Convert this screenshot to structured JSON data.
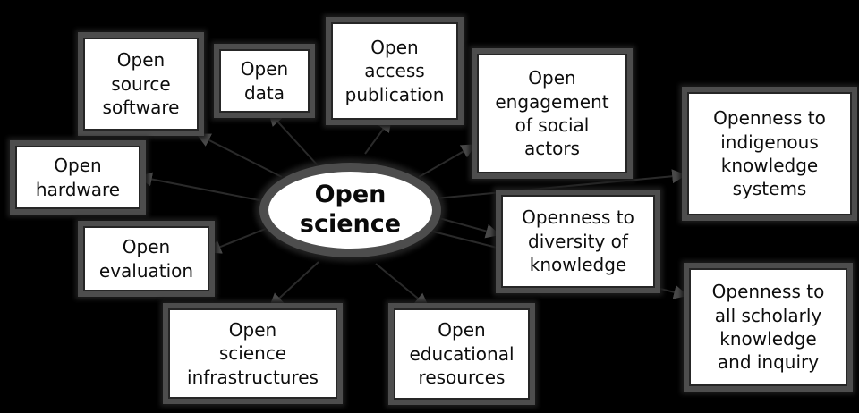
{
  "diagram": {
    "type": "concept-map",
    "background_color": "#000000",
    "node_fill": "#ffffff",
    "node_border_color": "#4d4d4d",
    "text_color": "#0d0d0d",
    "arrow_color": "#2a2a2a",
    "arrowhead_color": "#4a4a4a",
    "center": {
      "id": "open-science",
      "label": "Open\nscience"
    },
    "nodes": [
      {
        "id": "open-source-software",
        "label": "Open\nsource\nsoftware"
      },
      {
        "id": "open-data",
        "label": "Open\ndata"
      },
      {
        "id": "open-access-publication",
        "label": "Open\naccess\npublication"
      },
      {
        "id": "open-engagement",
        "label": "Open\nengagement\nof social\nactors"
      },
      {
        "id": "openness-indigenous",
        "label": "Openness to\nindigenous\nknowledge\nsystems"
      },
      {
        "id": "open-hardware",
        "label": "Open\nhardware"
      },
      {
        "id": "openness-diversity",
        "label": "Openness to\ndiversity of\nknowledge"
      },
      {
        "id": "open-evaluation",
        "label": "Open\nevaluation"
      },
      {
        "id": "openness-scholarly",
        "label": "Openness to\nall scholarly\nknowledge\nand inquiry"
      },
      {
        "id": "open-science-infrastructures",
        "label": "Open\nscience\ninfrastructures"
      },
      {
        "id": "open-educational-resources",
        "label": "Open\neducational\nresources"
      }
    ],
    "edges": [
      {
        "from": "open-science",
        "to": "open-source-software"
      },
      {
        "from": "open-science",
        "to": "open-data"
      },
      {
        "from": "open-science",
        "to": "open-access-publication"
      },
      {
        "from": "open-science",
        "to": "open-engagement"
      },
      {
        "from": "open-science",
        "to": "openness-indigenous"
      },
      {
        "from": "open-science",
        "to": "open-hardware"
      },
      {
        "from": "open-science",
        "to": "openness-diversity"
      },
      {
        "from": "open-science",
        "to": "open-evaluation"
      },
      {
        "from": "open-science",
        "to": "openness-scholarly"
      },
      {
        "from": "open-science",
        "to": "open-science-infrastructures"
      },
      {
        "from": "open-science",
        "to": "open-educational-resources"
      }
    ]
  }
}
